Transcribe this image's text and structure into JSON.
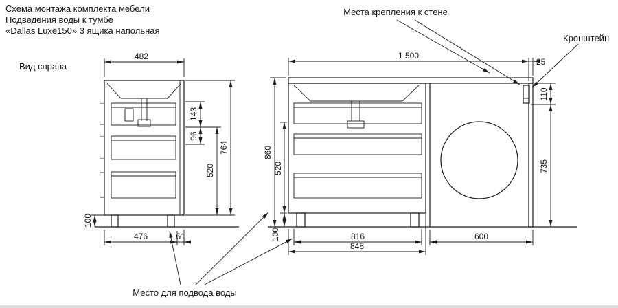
{
  "title": {
    "line1": "Схема монтажа комплекта мебели",
    "line2": "Подведения воды к тумбе",
    "line3": "«Dallas Luxe150» 3 ящика напольная"
  },
  "labels": {
    "side_view": "Вид справа",
    "wall_mount": "Места крепления к стене",
    "bracket": "Кронштейн",
    "water_supply": "Место для подвода воды"
  },
  "side_view": {
    "dims": {
      "top_width": "482",
      "drawer_front": "143",
      "gap": "96",
      "drawer_stack": "520",
      "body_height": "764",
      "leg_height": "100",
      "bottom_depth": "476",
      "back_offset": "61"
    }
  },
  "front_view": {
    "dims": {
      "total_width": "1 500",
      "overhang": "25",
      "bracket_offset": "110",
      "total_height": "860",
      "drawer_stack": "520",
      "right_height": "735",
      "leg_height": "100",
      "drawer_width": "816",
      "cabinet_width": "848",
      "washer_width": "600"
    }
  },
  "colors": {
    "line": "#1c1c1c",
    "background": "#ffffff"
  }
}
